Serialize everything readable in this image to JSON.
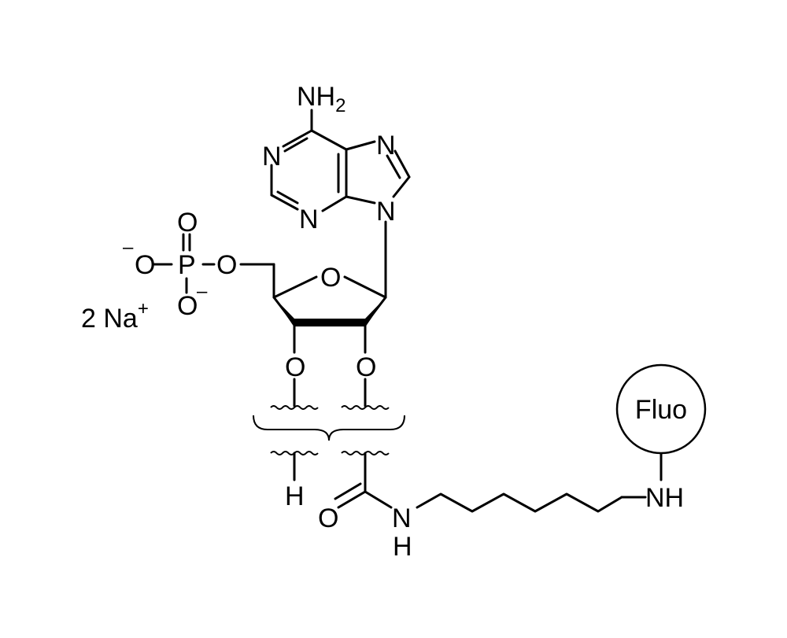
{
  "atoms": {
    "amine": "NH",
    "amine_sub": "2",
    "n1": "N",
    "n3": "N",
    "n7": "N",
    "n9": "N",
    "ring_o": "O",
    "o_3p": "O",
    "o_2p": "O",
    "o_5p": "O",
    "p": "P",
    "p_o_top": "O",
    "p_o_left": "O",
    "p_o_bottom": "O",
    "minus_left": "–",
    "minus_bottom": "–",
    "h_term": "H",
    "carbonyl_o": "O",
    "amide_n": "N",
    "amide_h": "H",
    "nh_fluo": "NH"
  },
  "counterion": {
    "text": "2 Na",
    "charge": "+"
  },
  "fluorophore": {
    "label": "Fluo"
  }
}
